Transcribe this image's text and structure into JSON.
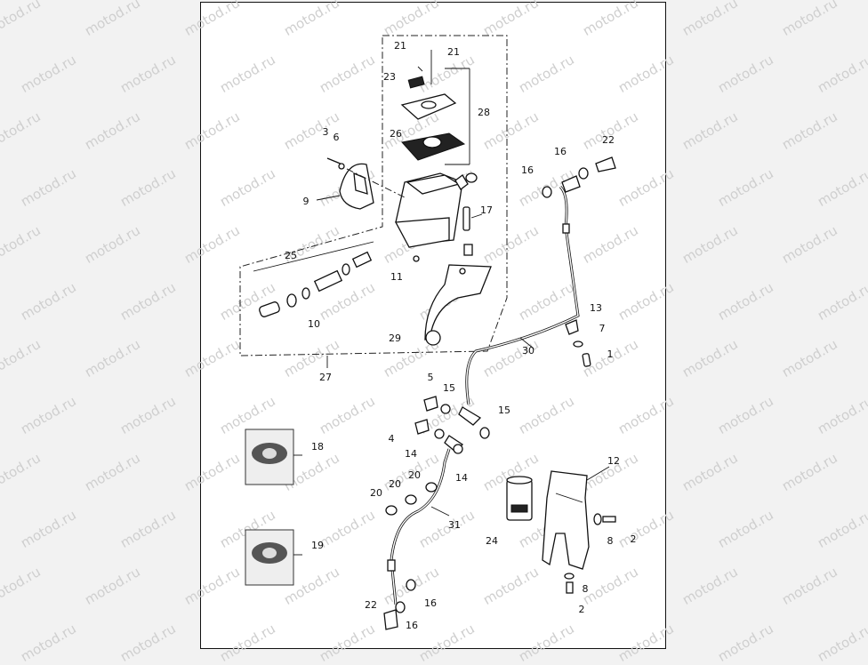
{
  "watermark": "motod.ru",
  "diagram": {
    "part_labels": [
      "1",
      "2",
      "2",
      "3",
      "4",
      "5",
      "6",
      "7",
      "8",
      "8",
      "9",
      "10",
      "11",
      "12",
      "13",
      "14",
      "14",
      "15",
      "15",
      "16",
      "16",
      "16",
      "16",
      "17",
      "18",
      "19",
      "20",
      "20",
      "20",
      "21",
      "21",
      "22",
      "22",
      "23",
      "24",
      "25",
      "26",
      "27",
      "28",
      "29",
      "30",
      "31"
    ]
  }
}
